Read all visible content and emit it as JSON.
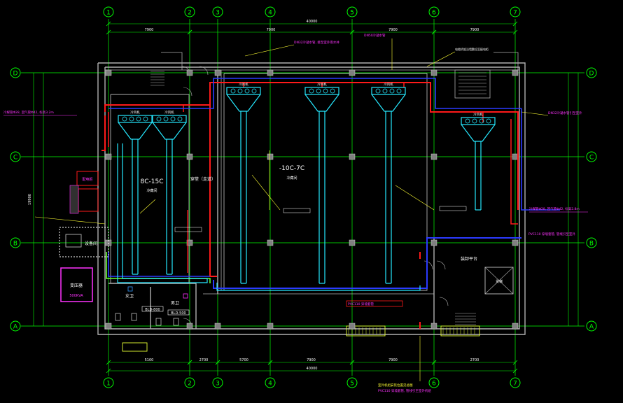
{
  "colors": {
    "background": "#000000",
    "grid_axis": "#00ff00",
    "wall": "#b0b0b0",
    "column": "#808080",
    "red_pipe": "#ff1a1a",
    "blue_pipe": "#2b3bff",
    "cyan_duct": "#26e8ff",
    "magenta_text": "#ff33ff",
    "yellow_leader": "#ffff33",
    "white_text": "#ffffff",
    "green_pipe": "#66ff33"
  },
  "grid": {
    "columns": [
      "1",
      "2",
      "3",
      "4",
      "5",
      "6",
      "7"
    ],
    "rows": [
      "D",
      "C",
      "B",
      "A"
    ]
  },
  "dimensions": {
    "top_total": "40000",
    "top_segments": [
      "7900",
      "7900",
      "7900",
      "7900"
    ],
    "bottom_total": "40000",
    "bottom_segments": [
      "5100",
      "2700",
      "5700",
      "7900",
      "7900",
      "2700"
    ],
    "left_total": "19900"
  },
  "rooms": {
    "cold_room_small": {
      "temp": "8C-15C",
      "name": "冷藏间"
    },
    "cold_room_large": {
      "temp": "-10C-7C",
      "name": "冷藏间"
    },
    "corridor": {
      "name": "穿堂（走道）"
    },
    "loading_platform": {
      "name": "装卸平台"
    },
    "womens_wc": {
      "name": "女卫"
    },
    "mens_wc": {
      "name": "男卫"
    },
    "equipment_room": {
      "name": "设备间"
    },
    "transformer": {
      "name": "变压器",
      "capacity": "500KVA"
    },
    "control_box": {
      "name": "配电柜"
    },
    "elevator": {
      "name": "货梯"
    }
  },
  "labels": {
    "distribution_box_a": "BLD-800",
    "distribution_box_b": "BLD-500",
    "pvc_note": "PVC110 穿墙套管",
    "pvc_note_right": "PVC110 穿墙套管, 管线引至室外",
    "pvc_note_bottom": "PVC110 穿墙套管, 管线引至室外机组",
    "left_pipe_note": "冷媒管Φ28, 回气管Φ42, 标高3.2m",
    "right_pipe_note": "冷媒管Φ28, 回气管Φ42, 标高2.8m",
    "top_note_1": "DN32冷凝水管, 接至室外雨水井",
    "top_note_2": "DN50冷凝水管",
    "top_right_note": "电缆桥架沿墙敷设至配电柜",
    "right_note": "DN32冷凝水管引至室外",
    "bottom_note": "室外机组安装位置见总图",
    "cooler": "冷风机"
  }
}
